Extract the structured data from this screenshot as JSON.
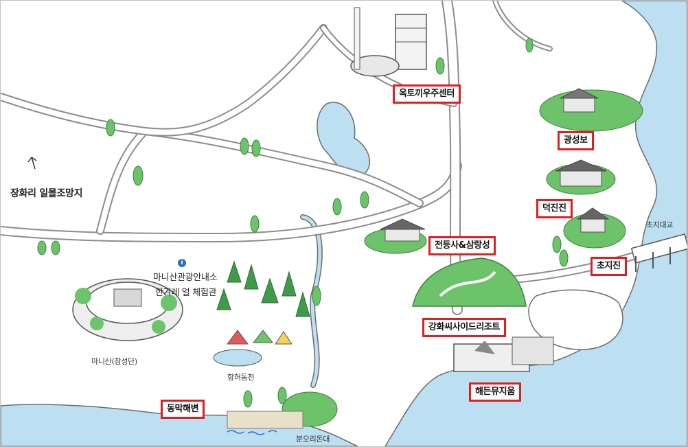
{
  "places": {
    "jangwha": "장화리 일몰조망지",
    "okto": "옥토끼우주센터",
    "gwangseong": "광성보",
    "deokjin": "덕진진",
    "chojiBridge": "초지대교",
    "chojijin": "초지진",
    "jeondeung": "전등사&삼랑성",
    "manisanInfo": "마니산관광안내소",
    "hangyeore": "한겨레 얼 체험관",
    "manisan": "마니산(참성단)",
    "hamheo": "함허동천",
    "seaside": "강화씨사이드리조트",
    "haeeun": "해든뮤지움",
    "dongmak": "동막해변",
    "bunori": "분오리돈대"
  },
  "icons": {
    "info": "info-icon",
    "info_glyph": "i"
  },
  "colors": {
    "sea": "#bcdff1",
    "highlight_border": "#e01e1e",
    "road": "#9a9a9a",
    "tree": "#6cc36a",
    "info": "#2e6fc4"
  }
}
